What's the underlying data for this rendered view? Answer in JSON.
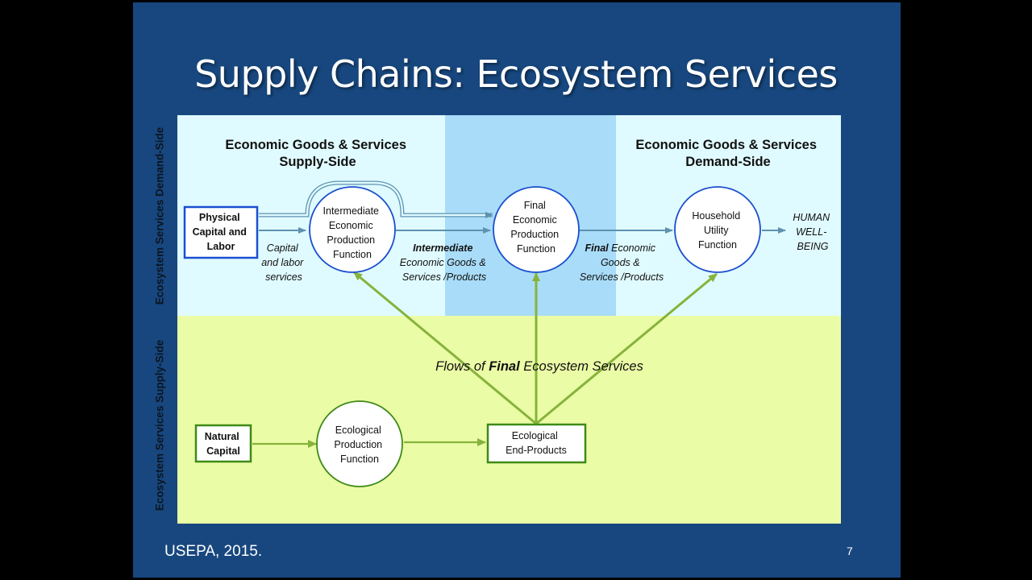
{
  "slide": {
    "title": "Supply Chains: Ecosystem Services",
    "footer_source": "USEPA, 2015.",
    "page_number": "7"
  },
  "side_labels": {
    "demand_side": "Ecosystem  Services Demand-Side",
    "supply_side": "Ecosystem  Services Supply-Side"
  },
  "headers": {
    "supply_side": [
      "Economic Goods & Services",
      "Supply-Side"
    ],
    "demand_side": [
      "Economic Goods & Services",
      "Demand-Side"
    ]
  },
  "nodes": {
    "physical_capital": [
      "Physical",
      "Capital and",
      "Labor"
    ],
    "intermediate_function": [
      "Intermediate",
      "Economic",
      "Production",
      "Function"
    ],
    "final_function": [
      "Final",
      "Economic",
      "Production",
      "Function"
    ],
    "household_function": [
      "Household",
      "Utility",
      "Function"
    ],
    "natural_capital": [
      "Natural",
      "Capital"
    ],
    "ecological_function": [
      "Ecological",
      "Production",
      "Function"
    ],
    "ecological_end_products": [
      "Ecological",
      "End-Products"
    ]
  },
  "labels": {
    "capital_services": [
      "Capital",
      "and labor",
      "services"
    ],
    "intermediate_goods": {
      "bold": "Intermediate",
      "line2": "Economic Goods &",
      "line3": "Services /Products"
    },
    "final_goods": {
      "bold": "Final",
      "rest": " Economic",
      "line2": "Goods &",
      "line3": "Services /Products"
    },
    "human_wellbeing": [
      "HUMAN",
      "WELL-",
      "BEING"
    ],
    "flows": {
      "pre": "Flows of ",
      "bold": "Final",
      "post": " Ecosystem Services"
    }
  },
  "colors": {
    "slide_background": "#17477e",
    "demand_zone": "#e0fbff",
    "highlight_band": "#a9dcf8",
    "supply_zone": "#ebfca6",
    "demand_stroke": "#1a4fcf",
    "supply_stroke": "#3e8a16",
    "economic_arrow": "#5d92b0",
    "ecosystem_arrow": "#86b33c"
  }
}
